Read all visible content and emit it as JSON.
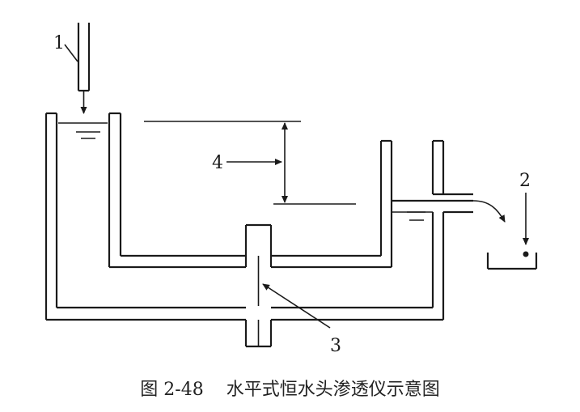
{
  "labels": {
    "inflow_pipe": "1",
    "collector": "2",
    "piezometer_point": "3",
    "head_difference": "4"
  },
  "caption": "图 2-48    水平式恒水头渗透仪示意图",
  "colors": {
    "line": "#1a1a1a",
    "caption": "#222222"
  }
}
